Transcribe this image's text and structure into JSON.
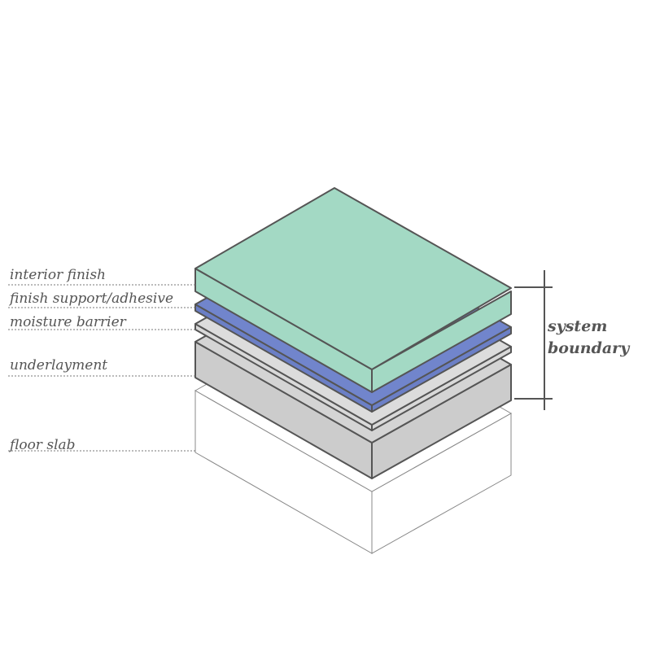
{
  "layers": [
    {
      "id": "interior-finish",
      "label": "interior finish",
      "color": "#a3d9c4"
    },
    {
      "id": "finish-support",
      "label": "finish support/adhesive",
      "color": "#6b7fc6"
    },
    {
      "id": "moisture-barrier",
      "label": "moisture barrier",
      "color": "#d9d9d9"
    },
    {
      "id": "underlayment",
      "label": "underlayment",
      "color": "#cccccc"
    },
    {
      "id": "floor-slab",
      "label": "floor slab",
      "color": "#ffffff"
    }
  ],
  "system_boundary": {
    "line1": "system",
    "line2": "boundary"
  }
}
